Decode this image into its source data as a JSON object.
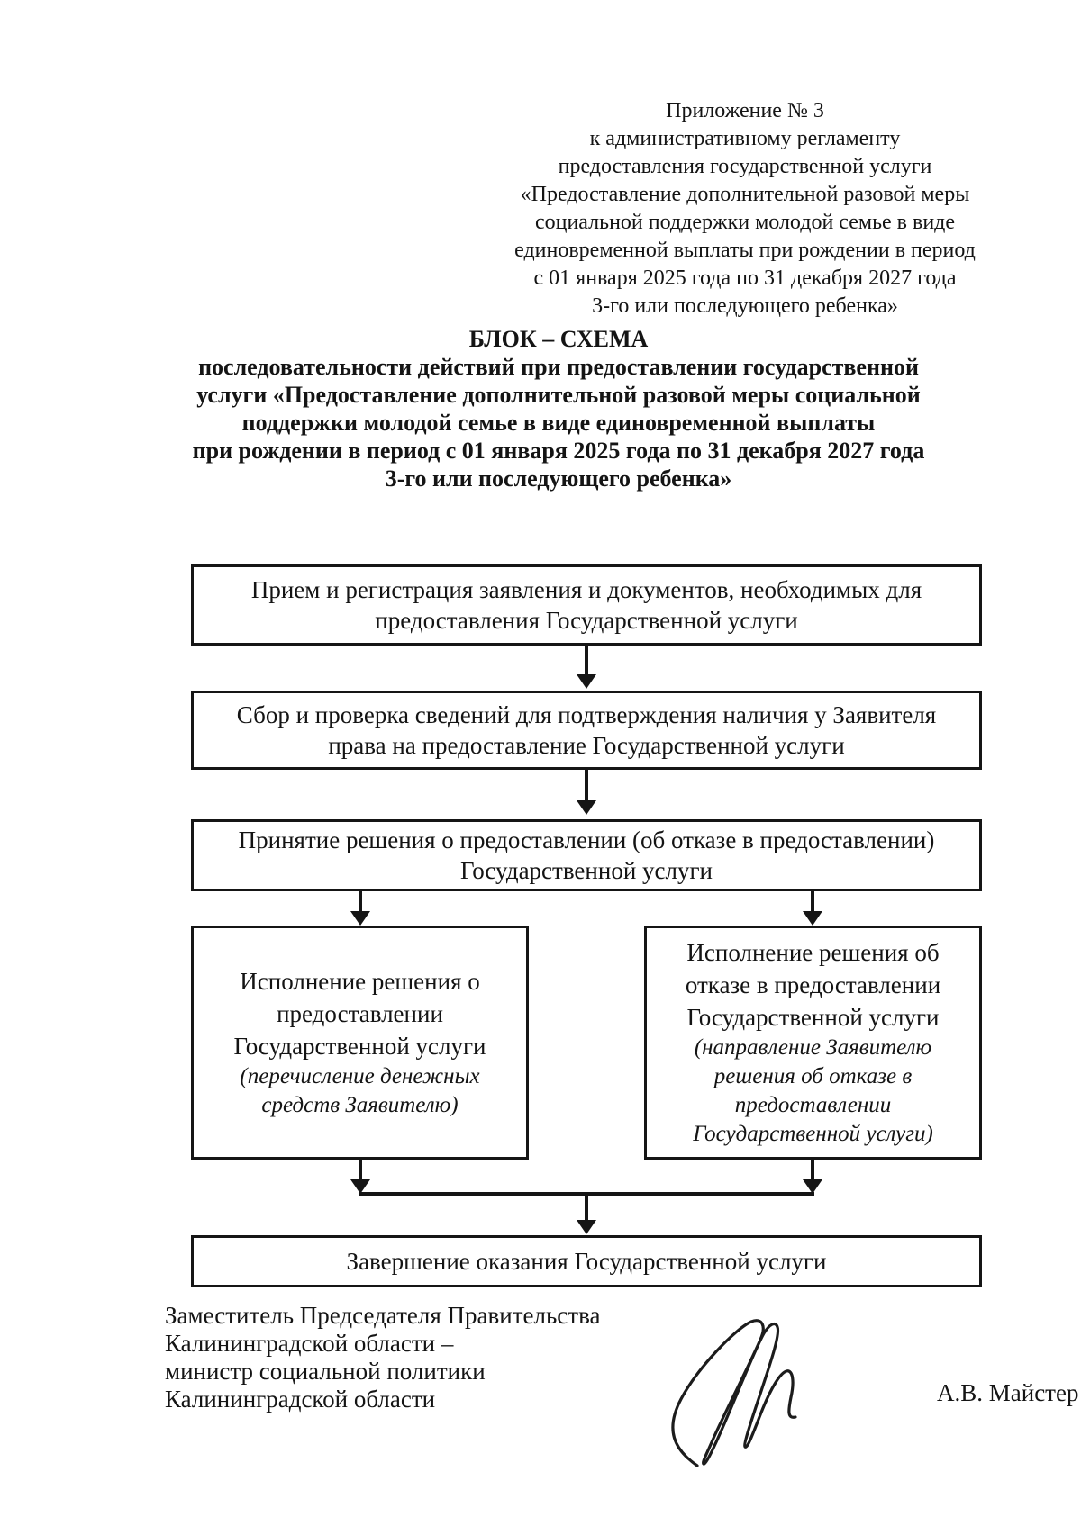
{
  "colors": {
    "ink": "#151515",
    "paper": "#ffffff"
  },
  "header": {
    "lines": [
      "Приложение № 3",
      "к административному регламенту",
      "предоставления государственной услуги",
      "«Предоставление дополнительной разовой меры",
      "социальной поддержки молодой семье в виде",
      "единовременной выплаты при рождении в период",
      "с 01 января 2025 года по 31 декабря 2027 года",
      "3-го или последующего ребенка»"
    ]
  },
  "title": {
    "lines": [
      "БЛОК – СХЕМА",
      "последовательности действий при предоставлении государственной",
      "услуги «Предоставление дополнительной разовой меры социальной",
      "поддержки молодой семье в виде единовременной выплаты",
      "при рождении в период с 01 января 2025 года по 31 декабря 2027 года",
      "3-го или последующего ребенка»"
    ]
  },
  "flowchart": {
    "step1": "Прием и регистрация заявления и документов, необходимых для предоставления Государственной услуги",
    "step2": "Сбор и проверка сведений для подтверждения наличия у Заявителя права на предоставление Государственной услуги",
    "step3": "Принятие решения о предоставлении (об отказе в предоставлении) Государственной услуги",
    "branch_left": {
      "main": "Исполнение решения о предоставлении Государственной услуги",
      "note": "(перечисление денежных средств Заявителю)"
    },
    "branch_right": {
      "main": "Исполнение решения об отказе в предоставлении Государственной услуги",
      "note": "(направление Заявителю решения об отказе в предоставлении Государственной услуги)"
    },
    "final": "Завершение оказания Государственной услуги"
  },
  "signature": {
    "lines": [
      "Заместитель Председателя Правительства",
      "Калининградской области –",
      "министр социальной политики",
      "Калининградской области"
    ],
    "name": "А.В. Майстер"
  }
}
